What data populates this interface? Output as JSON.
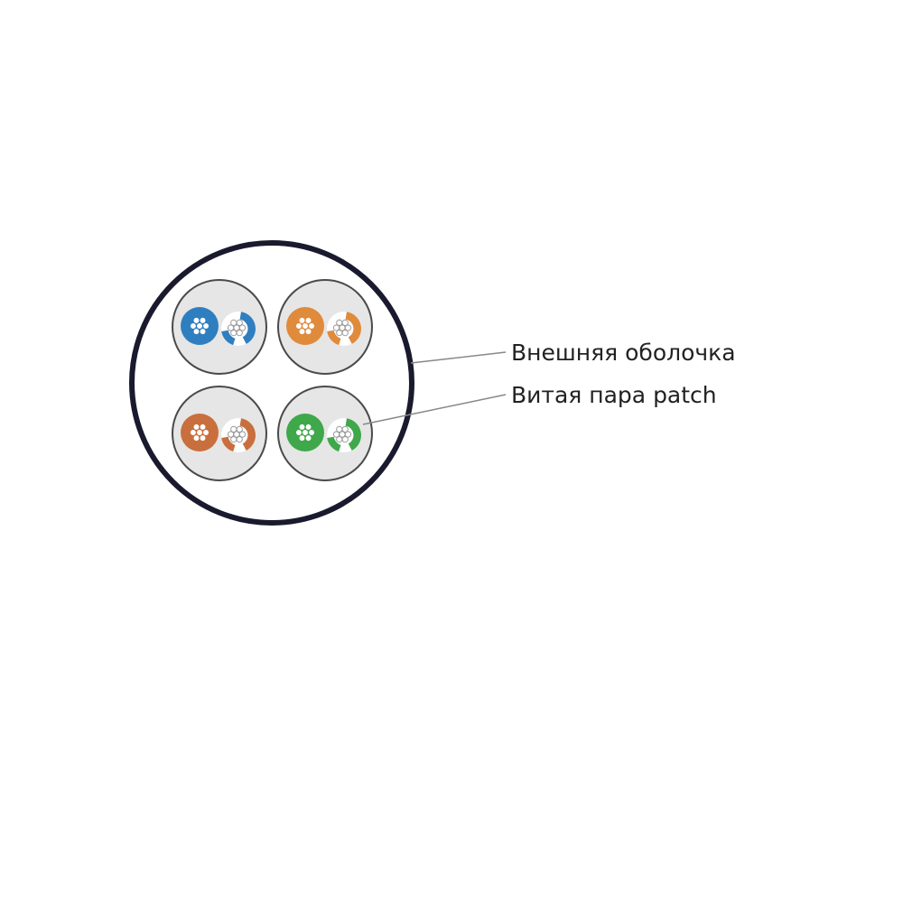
{
  "labels": {
    "outer_jacket": "Внешняя оболочка",
    "twisted_pair": "Витая пара patch"
  },
  "colors": {
    "jacket_outline": "#1a1a2e",
    "pair_background": "#e6e6e6",
    "pair_outline": "#4a4a4a",
    "strand": "#ffffff",
    "leader_line": "#888888",
    "label_text": "#222222"
  },
  "pairs": [
    {
      "name": "blue",
      "color": "#2f7fc0"
    },
    {
      "name": "orange",
      "color": "#e08a3c"
    },
    {
      "name": "brown",
      "color": "#c96f3d"
    },
    {
      "name": "green",
      "color": "#3fa84a"
    }
  ]
}
